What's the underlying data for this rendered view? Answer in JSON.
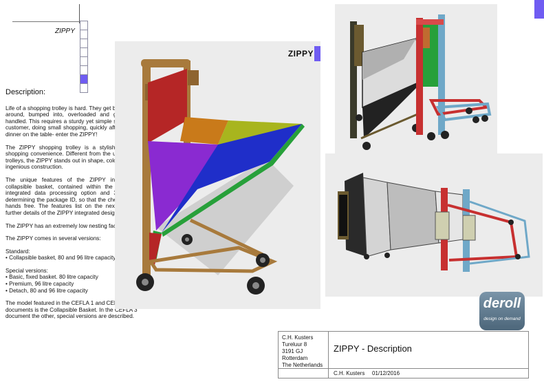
{
  "header": {
    "title": "ZIPPY",
    "index_rows": 8,
    "active_row": 7
  },
  "description": {
    "heading": "Description:",
    "paragraphs": [
      "Life of a shopping trolley is hard. They get bashed, thrown around, bumped into, overloaded and generally man handled. This requires a sturdy yet simple solution for the customer, doing small shopping, quickly after work to get dinner on the table- enter the ZIPPY!",
      "The ZIPPY shopping trolley is a stylish execution in shopping convenience. Different from the usual shopping trolleys, the ZIPPY stands out in shape, colour palette and ingenious construction.",
      "The unique features of the ZIPPY include a fully collapsible basket, contained within the main handle, integrated data processing option and 3 sensors for determining the package ID, so that the check out can be hands free. The features list on the next pages gives further details of the ZIPPY integrated design.",
      "The ZIPPY has an extremely low nesting factor of 0,1 m",
      "The ZIPPY comes in several versions:"
    ],
    "standard_label": "Standard:",
    "standard_items": [
      "Collapsible basket, 80 and 96 litre capacity"
    ],
    "special_label": "Special versions:",
    "special_items": [
      "Basic, fixed basket. 80 litre capacity",
      "Premium, 96 litre capacity",
      "Detach, 80 and 96 litre capacity"
    ],
    "closing": "The model featured in the CEFLA 1 and CEFLA 2 documents is the Collapsible Basket. In the CEFLA 3 document the other, special versions are described."
  },
  "main_render": {
    "brand": "ZIPPY"
  },
  "logo": {
    "word": "deroll",
    "tagline": "design on demand"
  },
  "title_block": {
    "address": [
      "C.H. Kusters",
      "Tureluur 8",
      "3191 GJ",
      "Rotterdam",
      "The Netherlands"
    ],
    "title": "ZIPPY - Description",
    "author": "C.H. Kusters",
    "date": "01/12/2016"
  },
  "colors": {
    "accent": "#6f5cf2",
    "frame": "#a87a3c",
    "panel_red": "#b52626",
    "panel_orange": "#c97a1a",
    "panel_yellow": "#a8b51e",
    "panel_purple": "#8a2ad1",
    "panel_blue": "#1f2ec9",
    "panel_green": "#27a03a"
  }
}
